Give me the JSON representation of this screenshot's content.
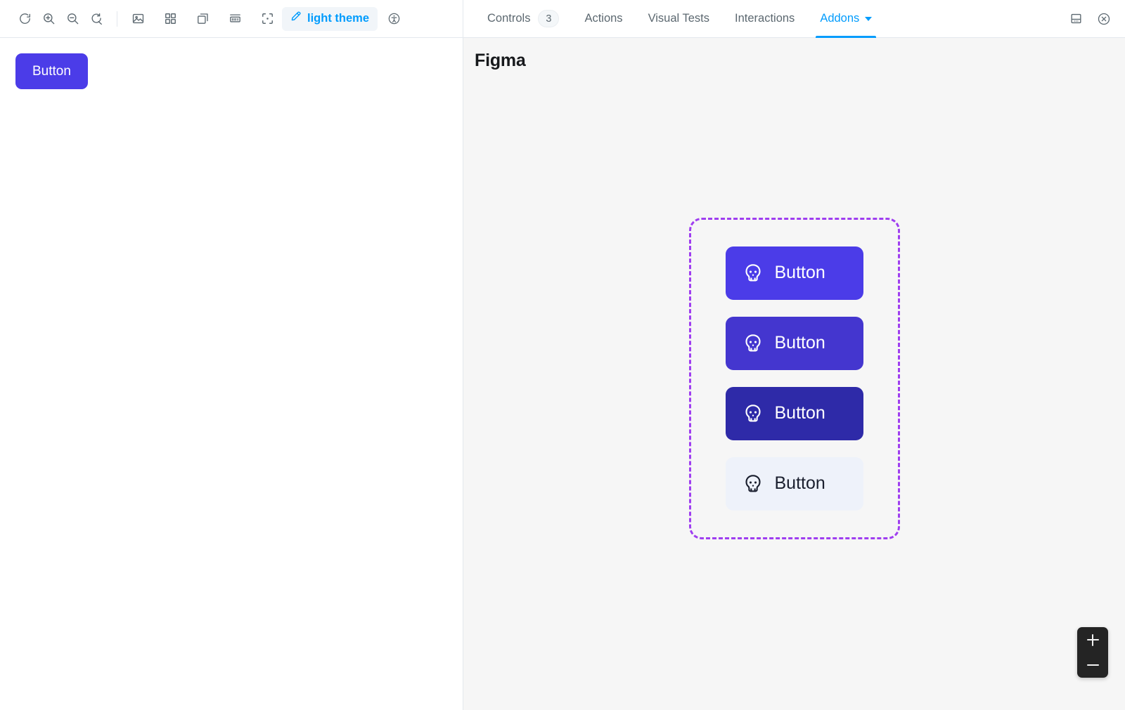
{
  "toolbar": {
    "icons": [
      {
        "name": "remount-icon",
        "title": "Remount component"
      },
      {
        "name": "zoom-in-icon",
        "title": "Zoom in"
      },
      {
        "name": "zoom-out-icon",
        "title": "Zoom out"
      },
      {
        "name": "zoom-reset-icon",
        "title": "Reset zoom"
      },
      {
        "name": "background-image-icon",
        "title": "Change background"
      },
      {
        "name": "grid-icon",
        "title": "Apply grid"
      },
      {
        "name": "copy-layers-icon",
        "title": "Apply outlines"
      },
      {
        "name": "measure-ruler-icon",
        "title": "Enable measure"
      },
      {
        "name": "focus-selection-icon",
        "title": "Focus on selected element"
      }
    ],
    "theme_button": {
      "label": "light theme",
      "icon": "paintbrush-icon",
      "color": "#029cfd"
    },
    "a11y_icon": "accessibility-icon"
  },
  "tabs": [
    {
      "label": "Controls",
      "badge": "3",
      "active": false
    },
    {
      "label": "Actions",
      "badge": null,
      "active": false
    },
    {
      "label": "Visual Tests",
      "badge": null,
      "active": false
    },
    {
      "label": "Interactions",
      "badge": null,
      "active": false
    },
    {
      "label": "Addons",
      "badge": null,
      "active": true,
      "caret": true
    }
  ],
  "tabbar_actions": [
    {
      "name": "dock-position-icon",
      "title": "Change addon orientation"
    },
    {
      "name": "close-panel-icon",
      "title": "Hide addons"
    }
  ],
  "preview": {
    "button_label": "Button",
    "button_color": "#4b3ce8",
    "background": "#ffffff"
  },
  "panel": {
    "title": "Figma",
    "background": "#f6f6f6",
    "frame_border_color": "#9f3ef0",
    "buttons": [
      {
        "label": "Button",
        "bg": "#4b3ce8",
        "fg": "#ffffff",
        "icon": "skull-icon"
      },
      {
        "label": "Button",
        "bg": "#4436cf",
        "fg": "#ffffff",
        "icon": "skull-icon"
      },
      {
        "label": "Button",
        "bg": "#2e2aa8",
        "fg": "#ffffff",
        "icon": "skull-icon"
      },
      {
        "label": "Button",
        "bg": "#eef2fa",
        "fg": "#1a1f2e",
        "icon": "skull-icon"
      }
    ]
  },
  "zoom_control": {
    "zoom_in_label": "+",
    "zoom_out_label": "−",
    "background": "#242424"
  }
}
